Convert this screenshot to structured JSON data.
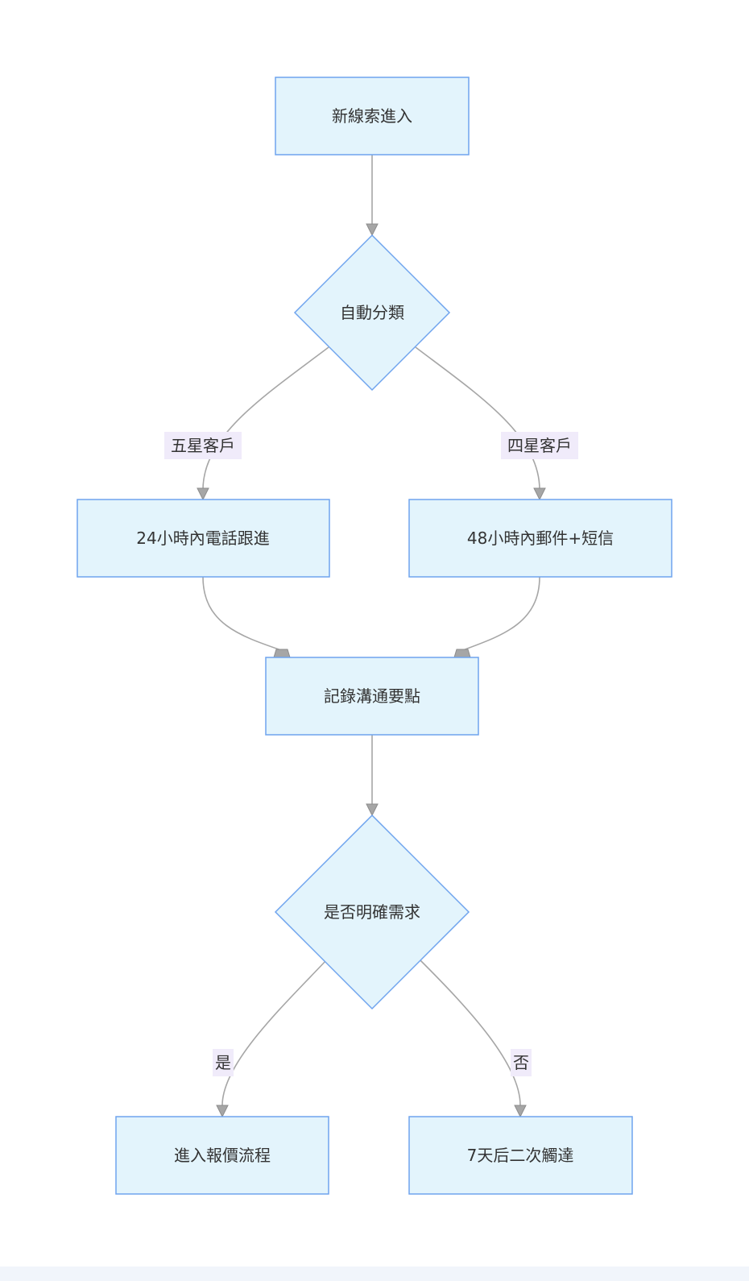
{
  "diagram": {
    "nodes": {
      "new_lead": "新線索進入",
      "auto_classify": "自動分類",
      "five_star_followup": "24小時內電話跟進",
      "four_star_followup": "48小時內郵件+短信",
      "record_points": "記錄溝通要點",
      "clear_need": "是否明確需求",
      "enter_quote": "進入報價流程",
      "retouch": "7天后二次觸達"
    },
    "edge_labels": {
      "five_star": "五星客戶",
      "four_star": "四星客戶",
      "yes": "是",
      "no": "否"
    },
    "colors": {
      "node_fill": "#e3f4fc",
      "node_stroke": "#6fa4ee",
      "edge": "#a6a6a6",
      "edge_label_bg": "#f0ebfa",
      "text": "#333333"
    }
  }
}
